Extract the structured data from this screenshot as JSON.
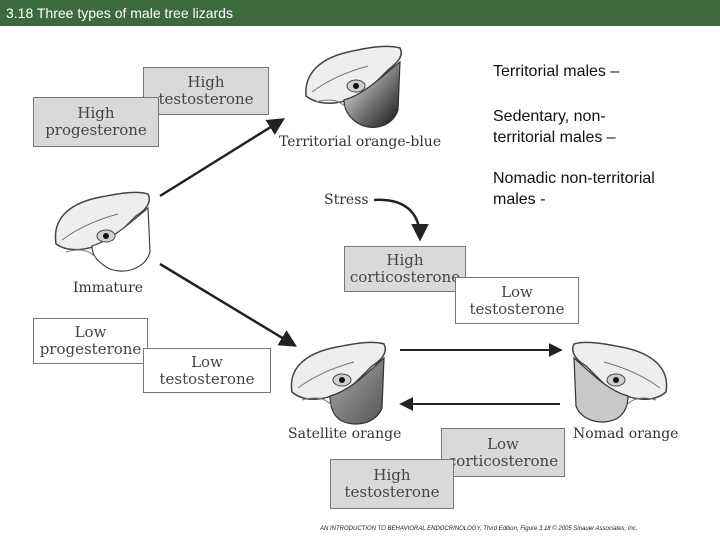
{
  "header": {
    "title": "3.18 Three types of male tree lizards"
  },
  "boxes": {
    "high_testosterone_top": "High\ntestosterone",
    "high_progesterone": "High\nprogesterone",
    "low_progesterone": "Low\nprogesterone",
    "low_testosterone_left": "Low\ntestosterone",
    "high_corticosterone": "High\ncorticosterone",
    "low_testosterone_right": "Low\ntestosterone",
    "low_corticosterone": "Low\ncorticosterone",
    "high_testosterone_bottom": "High\ntestosterone"
  },
  "labels": {
    "territorial": "Territorial orange-blue",
    "stress": "Stress",
    "immature": "Immature",
    "satellite": "Satellite orange",
    "nomad": "Nomad orange"
  },
  "side_text": {
    "territorial": "Territorial males –",
    "sedentary": "Sedentary, non-territorial males –",
    "nomadic": "Nomadic non-territorial males -"
  },
  "credit": "AN INTRODUCTION TO BEHAVIORAL ENDOCRINOLOGY, Third Edition, Figure 3.18 © 2005 Sinauer Associates, Inc.",
  "colors": {
    "title_bar": "#3d6a3d",
    "box_fill": "#d9d9d9"
  }
}
